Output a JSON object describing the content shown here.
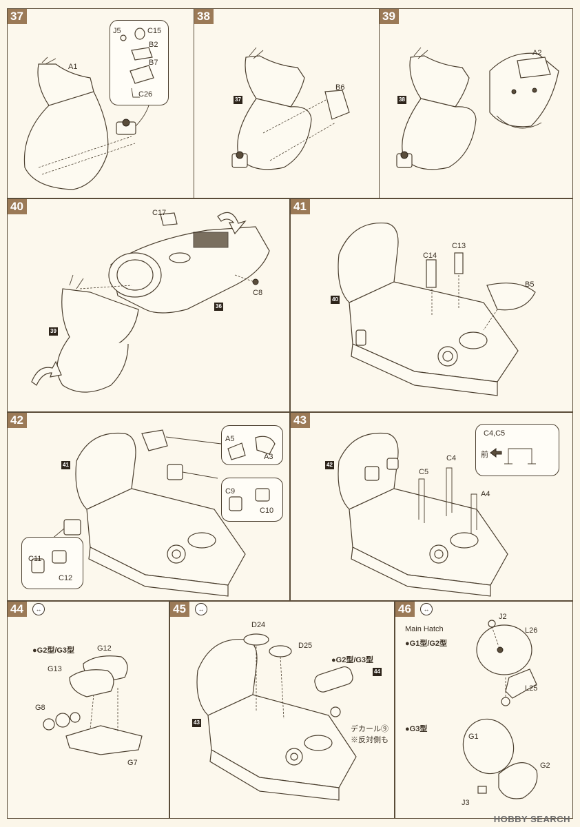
{
  "steps": [
    {
      "num": "37",
      "labels": {
        "a1": "A1",
        "j5": "J5",
        "c15": "C15",
        "b2": "B2",
        "b7": "B7",
        "c26": "C26"
      }
    },
    {
      "num": "38",
      "labels": {
        "b6": "B6"
      },
      "ref": "37"
    },
    {
      "num": "39",
      "labels": {
        "a2": "A2"
      },
      "ref": "38"
    },
    {
      "num": "40",
      "labels": {
        "c17": "C17",
        "c8": "C8"
      },
      "refs": [
        "36",
        "39"
      ]
    },
    {
      "num": "41",
      "labels": {
        "c14": "C14",
        "c13": "C13",
        "b5": "B5"
      },
      "ref": "40"
    },
    {
      "num": "42",
      "labels": {
        "a5": "A5",
        "a3": "A3",
        "c9": "C9",
        "c10": "C10",
        "c11": "C11",
        "c12": "C12"
      },
      "ref": "41"
    },
    {
      "num": "43",
      "labels": {
        "c4c5": "C4,C5",
        "front": "前",
        "c4": "C4",
        "c5": "C5",
        "a4": "A4"
      },
      "ref": "42"
    },
    {
      "num": "44",
      "labels": {
        "variant": "●G2型/G3型",
        "g12": "G12",
        "g13": "G13",
        "g8": "G8",
        "g7": "G7"
      }
    },
    {
      "num": "45",
      "labels": {
        "d24": "D24",
        "d25": "D25",
        "variant": "●G2型/G3型",
        "decal": "デカール⑨",
        "decal_note": "※反対側も"
      },
      "refs": [
        "44",
        "43"
      ]
    },
    {
      "num": "46",
      "labels": {
        "main_hatch": "Main Hatch",
        "variant1": "●G1型/G2型",
        "j2": "J2",
        "l26": "L26",
        "l25": "L25",
        "variant2": "●G3型",
        "g1": "G1",
        "g2": "G2",
        "j3": "J3"
      }
    }
  ],
  "footer": "HOBBY SEARCH",
  "colors": {
    "step_badge": "#9b7a57",
    "line": "#4a3e2e",
    "paper": "#fbf6e9"
  }
}
